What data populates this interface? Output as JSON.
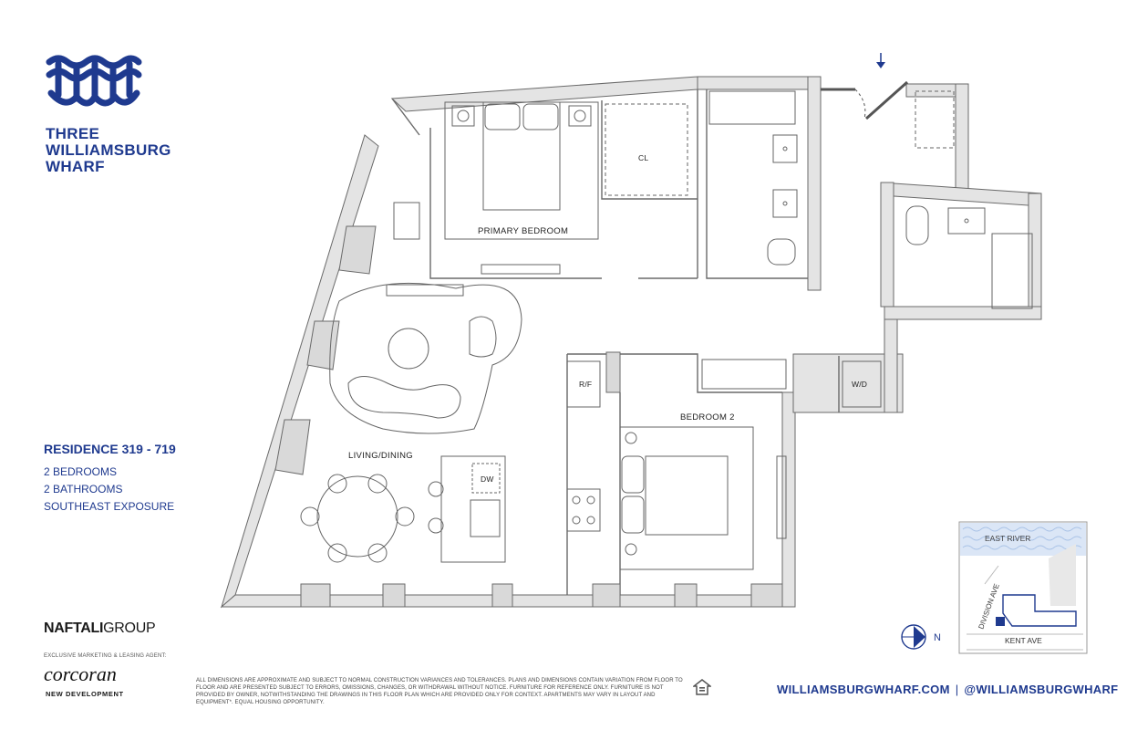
{
  "brand": {
    "name_lines": [
      "THREE",
      "WILLIAMSBURG",
      "WHARF"
    ],
    "color": "#1f3a8f"
  },
  "residence": {
    "title": "RESIDENCE 319 - 719",
    "specs": [
      "2 BEDROOMS",
      "2 BATHROOMS",
      "SOUTHEAST EXPOSURE"
    ]
  },
  "rooms": {
    "primary_bedroom": "PRIMARY BEDROOM",
    "closet": "CL",
    "living_dining": "LIVING/DINING",
    "bedroom2": "BEDROOM 2",
    "fridge": "R/F",
    "dishwasher": "DW",
    "washer_dryer": "W/D"
  },
  "compass": {
    "label": "N",
    "icon": "compass-icon"
  },
  "key_map": {
    "river": "EAST RIVER",
    "avenue_vertical": "DIVISION AVE",
    "avenue_horizontal": "KENT AVE"
  },
  "developer": {
    "naftali_bold": "NAFTALI",
    "naftali_rest": "GROUP"
  },
  "agent": {
    "label": "EXCLUSIVE MARKETING & LEASING AGENT:",
    "name": "corcoran",
    "division": "NEW DEVELOPMENT"
  },
  "disclaimer": "ALL DIMENSIONS ARE APPROXIMATE AND SUBJECT TO NORMAL CONSTRUCTION VARIANCES AND TOLERANCES. PLANS AND DIMENSIONS CONTAIN VARIATION FROM FLOOR TO FLOOR AND ARE PRESENTED SUBJECT TO ERRORS, OMISSIONS, CHANGES, OR WITHDRAWAL WITHOUT NOTICE. FURNITURE FOR REFERENCE ONLY. FURNITURE IS NOT PROVIDED BY OWNER, NOTWITHSTANDING THE DRAWINGS IN THIS FLOOR PLAN WHICH ARE PROVIDED ONLY FOR CONTEXT. APARTMENTS MAY VARY IN LAYOUT AND EQUIPMENT*. EQUAL HOUSING OPPORTUNITY.",
  "web": {
    "site": "WILLIAMSBURGWHARF.COM",
    "separator": "|",
    "handle": "@WILLIAMSBURGWHARF"
  },
  "colors": {
    "wall_fill": "#e4e4e4",
    "wall_stroke": "#6a6a6a",
    "accent": "#1f3a8f",
    "water": "#a9c2e6"
  }
}
